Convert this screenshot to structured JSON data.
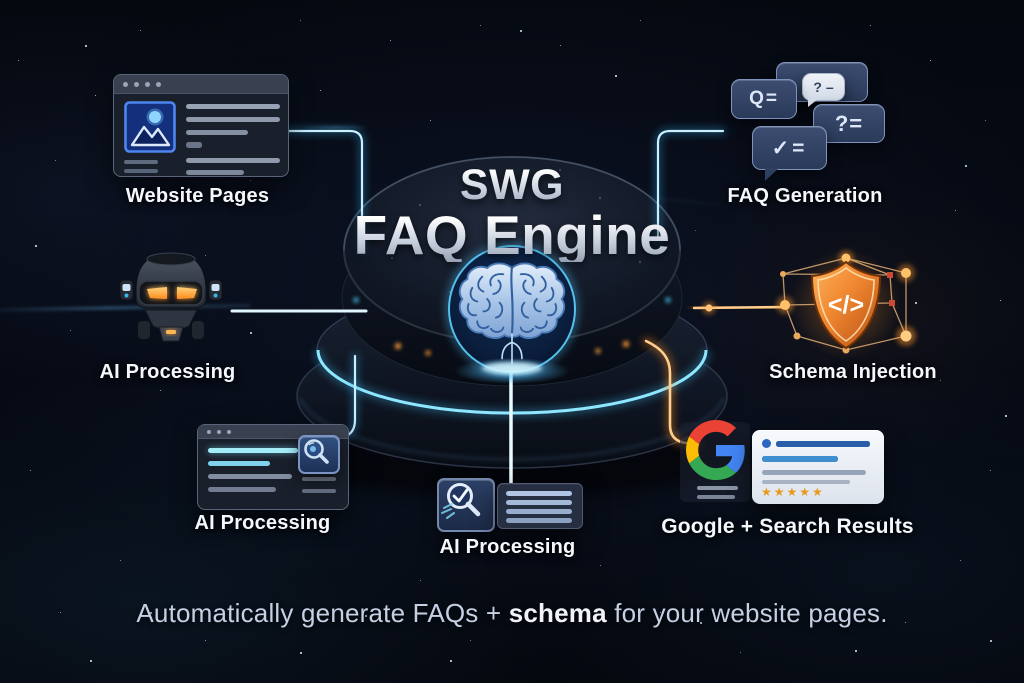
{
  "center": {
    "title_line1": "SWG",
    "title_line2": "FAQ Engine"
  },
  "tagline": {
    "prefix": "Automatically generate FAQs + ",
    "bold": "schema",
    "suffix": " for your website pages."
  },
  "nodes": {
    "website_pages": {
      "label": "Website Pages"
    },
    "faq_generation": {
      "label": "FAQ Generation",
      "bubbles": {
        "q_eq": "Q=",
        "question_dash": "? –",
        "question_eq": "?=",
        "check_eq": "✓="
      }
    },
    "ai_processing_robot": {
      "label": "AI Processing"
    },
    "schema_injection": {
      "label": "Schema Injection",
      "shield_glyph": "</>"
    },
    "ai_processing_page": {
      "label": "AI Processing"
    },
    "ai_processing_search": {
      "label": "AI Processing"
    },
    "google_search_results": {
      "label": "Google + Search Results",
      "stars": "★★★★★"
    }
  },
  "icons": {
    "website_pages": "browser-page-icon",
    "faq_generation": "chat-bubbles-icon",
    "ai_processing_robot": "robot-icon",
    "schema_injection": "shield-code-icon",
    "ai_processing_page": "page-scan-icon",
    "ai_processing_search": "magnifier-check-icon",
    "google_search_results": "google-g-icon",
    "center": "brain-icon"
  },
  "colors": {
    "accent_cyan": "#7fe2ff",
    "accent_orange": "#ff9a2e",
    "label_text": "#f4f7fc",
    "tagline_text": "#c6d0e4",
    "google_blue": "#4285F4",
    "google_red": "#EA4335",
    "google_yellow": "#FBBC05",
    "google_green": "#34A853",
    "star_rating": "#e8991c"
  }
}
